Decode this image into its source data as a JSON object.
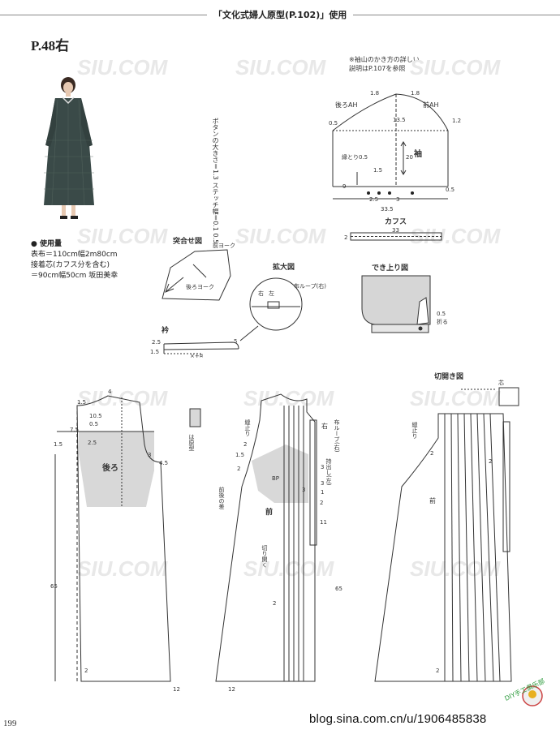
{
  "header": {
    "title": "「文化式婦人原型(P.102)」使用"
  },
  "page_ref": "P.48右",
  "materials": {
    "heading": "● 使用量",
    "lines": [
      "表布＝110cm幅2m80cm",
      "接着芯(カフス分を含む)",
      "＝90cm幅50cm 坂田美幸"
    ]
  },
  "sleeve_note": [
    "※袖山のかき方の詳しい",
    "説明はP.107を参照"
  ],
  "button_note": "ボタンの大きさ＝1.3 ステッチ幅＝0.1 0.5",
  "watermark": "SIU.COM",
  "diagrams": {
    "sleeve": {
      "label": "袖",
      "back_ah": "後ろAH",
      "front_ah": "前AH",
      "dims": [
        "1.8",
        "1.8",
        "0.5",
        "1.2",
        "13.5",
        "20",
        "0.5",
        "1.5",
        "33.5",
        "9",
        "2.5",
        "3"
      ],
      "slit": "縁とり0.5"
    },
    "cuff": {
      "label": "カフス",
      "dims": [
        "33",
        "2"
      ]
    },
    "yoke_join": {
      "label": "突合せ図",
      "front": "前ヨーク",
      "back": "後ろヨーク"
    },
    "enlarged": {
      "label": "拡大図",
      "right": "右",
      "left": "左",
      "loop": "布ループ(右)"
    },
    "finished": {
      "label": "でき上り図",
      "dims": [
        "0.5",
        "折る"
      ]
    },
    "collar": {
      "label": "衿",
      "dims": [
        "2.5",
        "1.5",
        "×+¤",
        "5"
      ]
    },
    "back": {
      "label": "後ろ",
      "dims": [
        "4",
        "1.5",
        "10.5",
        "0.5",
        "7.5",
        "2.5",
        "1.5",
        "3",
        "4.5",
        "65",
        "2",
        "12"
      ]
    },
    "front": {
      "label": "前",
      "bp": "BP",
      "stitch_stop": "縫止り",
      "open": "切り開く",
      "hem_diff": "前後の差",
      "loop": "布ループ(右)",
      "extension": "持出し(左)",
      "right": "右",
      "dims": [
        "2",
        "1.5",
        "2",
        "3",
        "3",
        "1",
        "3",
        "2",
        "11",
        "65",
        "2",
        "12"
      ]
    },
    "original_note": "は原型",
    "cut_open": {
      "label": "切開き図",
      "stitch_stop": "縫止り",
      "front": "前",
      "center": "芯",
      "dims": [
        "2",
        "2",
        "2"
      ]
    }
  },
  "page_number": "199",
  "footer": {
    "blog_url": "blog.sina.com.cn/u/1906485838",
    "logo_text": "DIY手工俱乐部"
  }
}
